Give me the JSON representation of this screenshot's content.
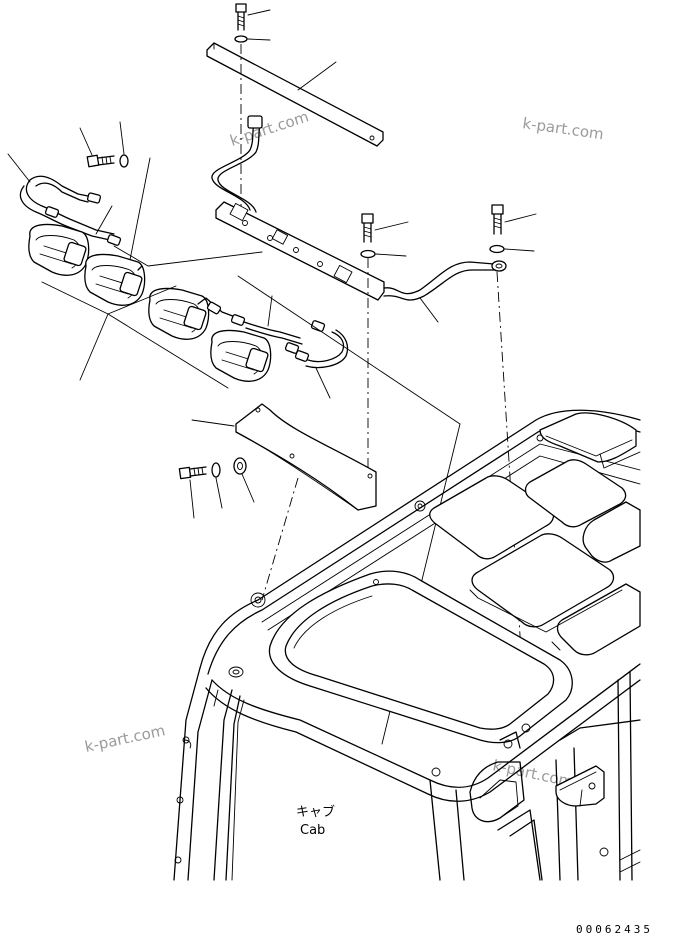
{
  "watermark": "k-part.com",
  "cab_label_jp": "キャブ",
  "cab_label_en": "Cab",
  "drawing_code": "00062435"
}
